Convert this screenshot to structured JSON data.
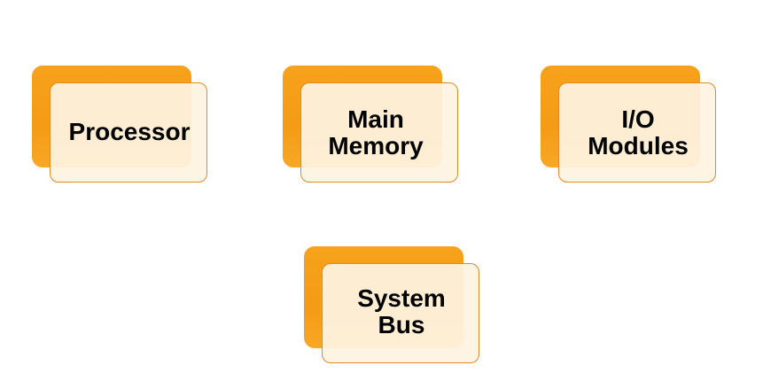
{
  "blocks": [
    {
      "key": "processor",
      "lines": [
        "Processor"
      ]
    },
    {
      "key": "main-memory",
      "lines": [
        "Main",
        "Memory"
      ]
    },
    {
      "key": "io-modules",
      "lines": [
        "I/O",
        "Modules"
      ]
    },
    {
      "key": "system-bus",
      "lines": [
        "System",
        "Bus"
      ]
    }
  ],
  "colors": {
    "accent": "#F59B15",
    "card_fill": "#FDF3E2",
    "card_border": "#E08A2A",
    "text": "#000000"
  }
}
